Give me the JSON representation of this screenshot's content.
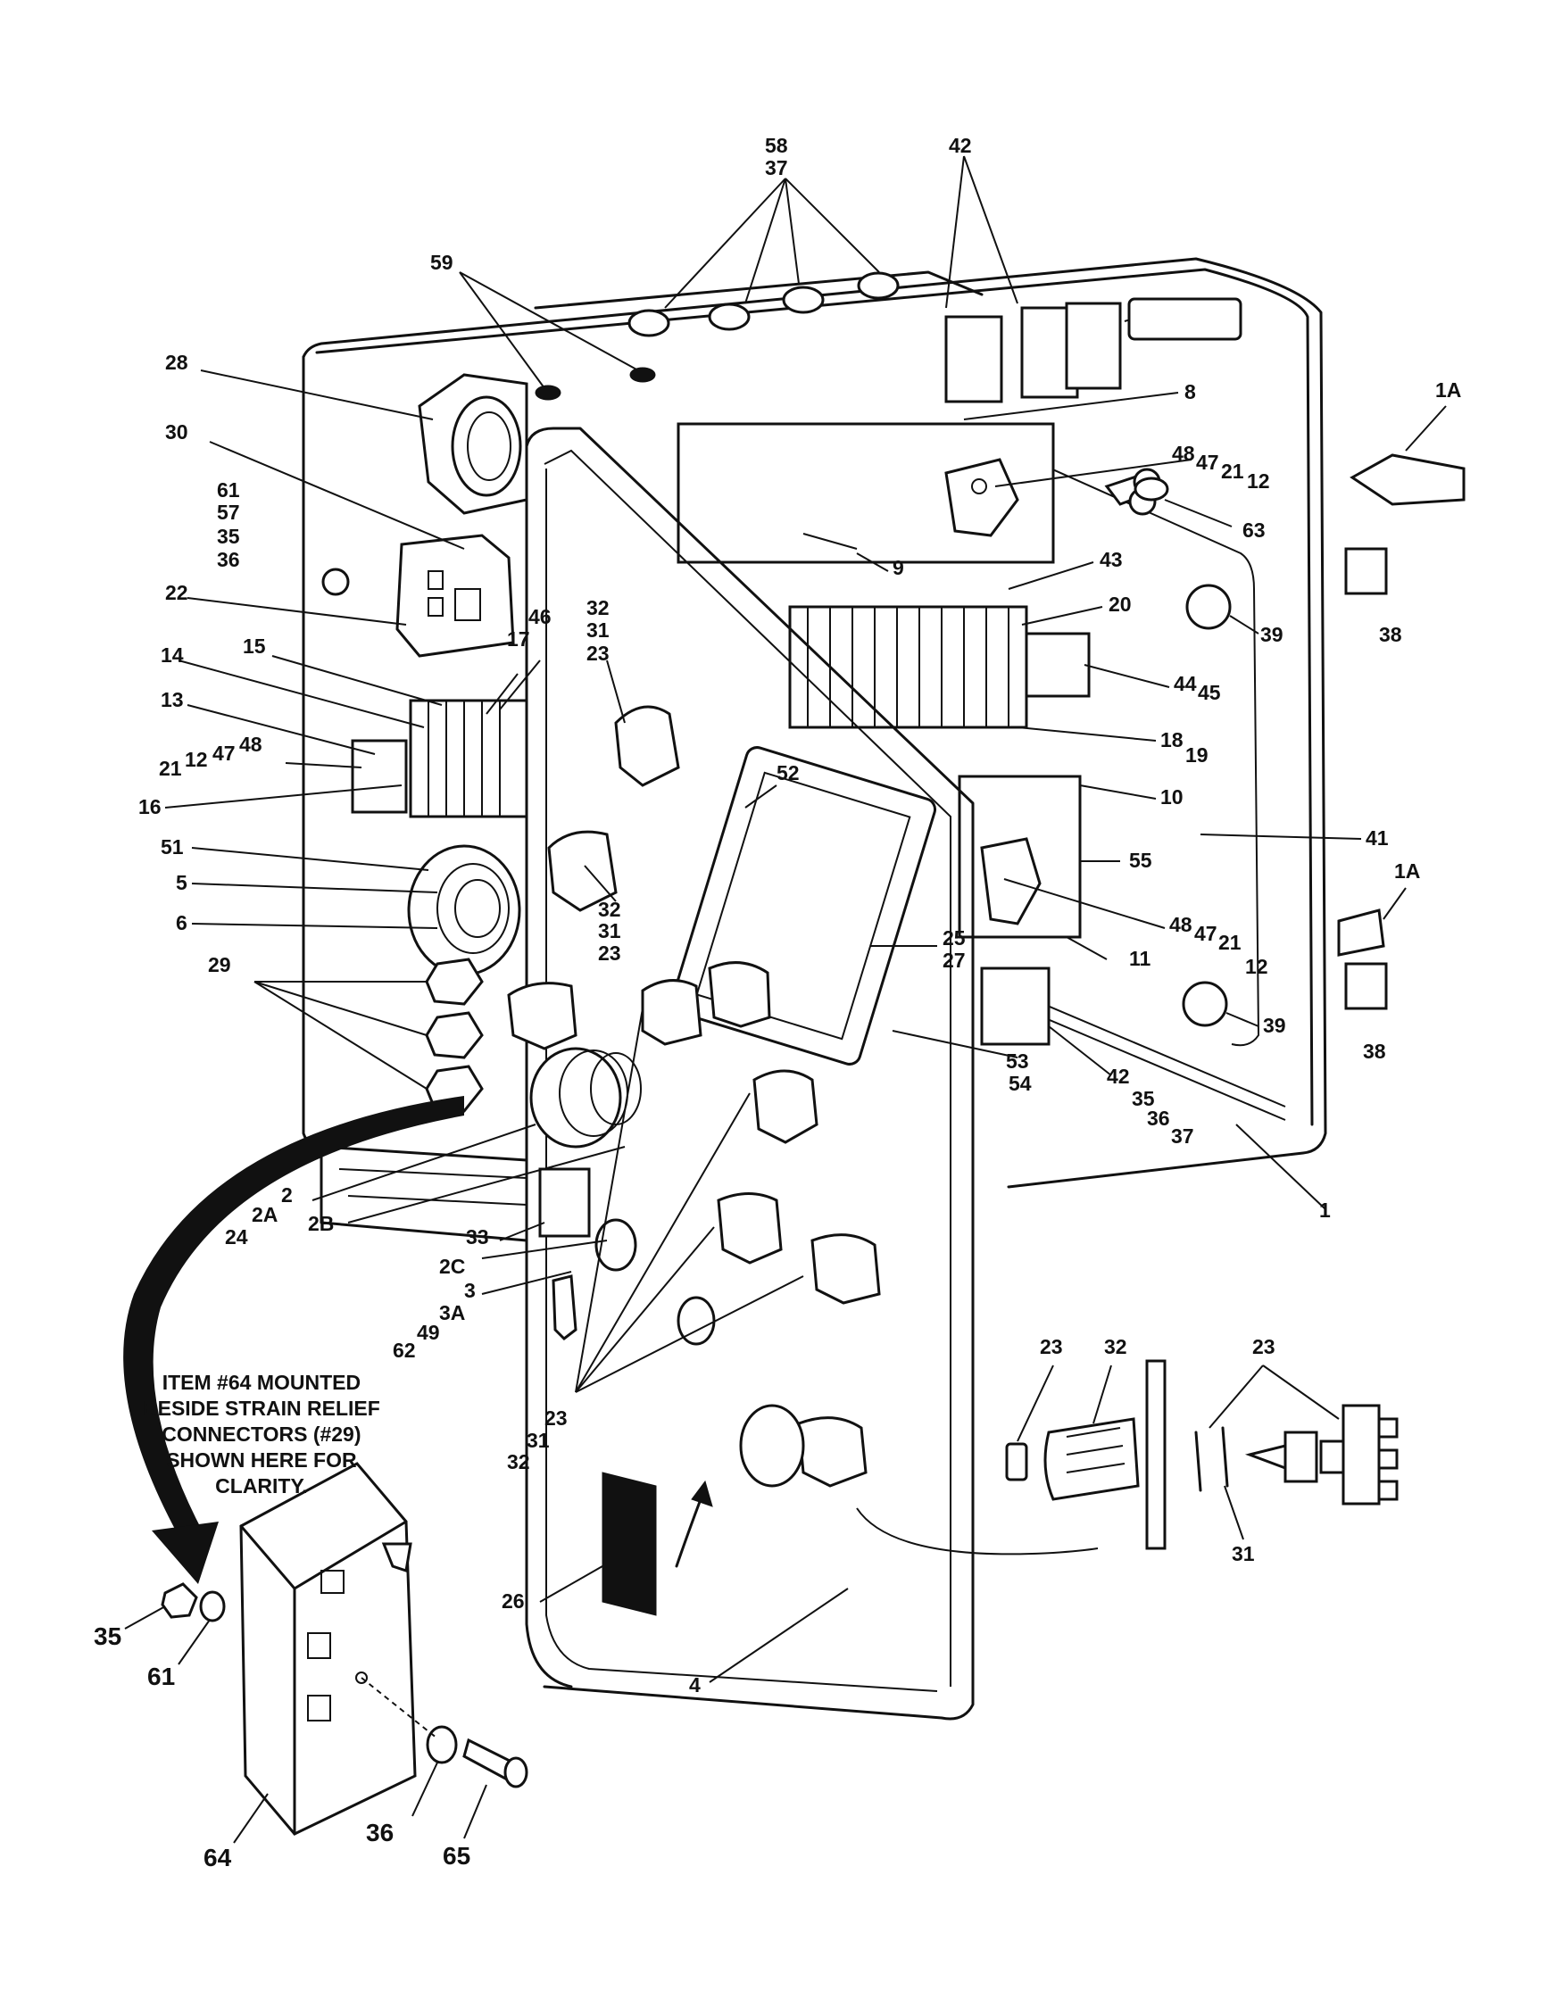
{
  "labels": {
    "l58": "58",
    "l37": "37",
    "l42": "42",
    "l59": "59",
    "l28": "28",
    "l30": "30",
    "l8": "8",
    "l1A_top": "1A",
    "l48a": "48",
    "l47a": "47",
    "l21a": "21",
    "l12a": "12",
    "l63": "63",
    "l9": "9",
    "l61": "61",
    "l57": "57",
    "l35": "35",
    "l36": "36",
    "l22": "22",
    "l46": "46",
    "l17": "17",
    "l15": "15",
    "l14": "14",
    "l13": "13",
    "l43": "43",
    "l20": "20",
    "l39a": "39",
    "l38a": "38",
    "l32a": "32",
    "l31a": "31",
    "l23a": "23",
    "l44": "44",
    "l45": "45",
    "l21b": "21",
    "l12b": "12",
    "l47b": "47",
    "l48b": "48",
    "l16": "16",
    "l18": "18",
    "l19": "19",
    "l52": "52",
    "l10": "10",
    "l41": "41",
    "l51": "51",
    "l1A_mid": "1A",
    "l55": "55",
    "l5": "5",
    "l6": "6",
    "l32b": "32",
    "l31b": "31",
    "l23b": "23",
    "l48c": "48",
    "l47c": "47",
    "l21c": "21",
    "l12c": "12",
    "l25": "25",
    "l27": "27",
    "l11": "11",
    "l29": "29",
    "l39b": "39",
    "l38b": "38",
    "l53": "53",
    "l54": "54",
    "l42b": "42",
    "l35b": "35",
    "l36b": "36",
    "l37b": "37",
    "l2": "2",
    "l2A": "2A",
    "l24": "24",
    "l2B": "2B",
    "l33": "33",
    "l1": "1",
    "l2C": "2C",
    "l3": "3",
    "l3A": "3A",
    "l49": "49",
    "l62": "62",
    "l23c": "23",
    "l32c": "32",
    "l23d": "23",
    "l23e": "23",
    "l31c": "31",
    "l32d": "32",
    "l26": "26",
    "l31d": "31",
    "l4": "4",
    "l35c": "35",
    "l61b": "61",
    "l64": "64",
    "l36c": "36",
    "l65": "65"
  },
  "note": "ITEM #64 MOUNTED\nBESIDE STRAIN RELIEF\nCONNECTORS (#29)\nSHOWN HERE FOR\nCLARITY."
}
